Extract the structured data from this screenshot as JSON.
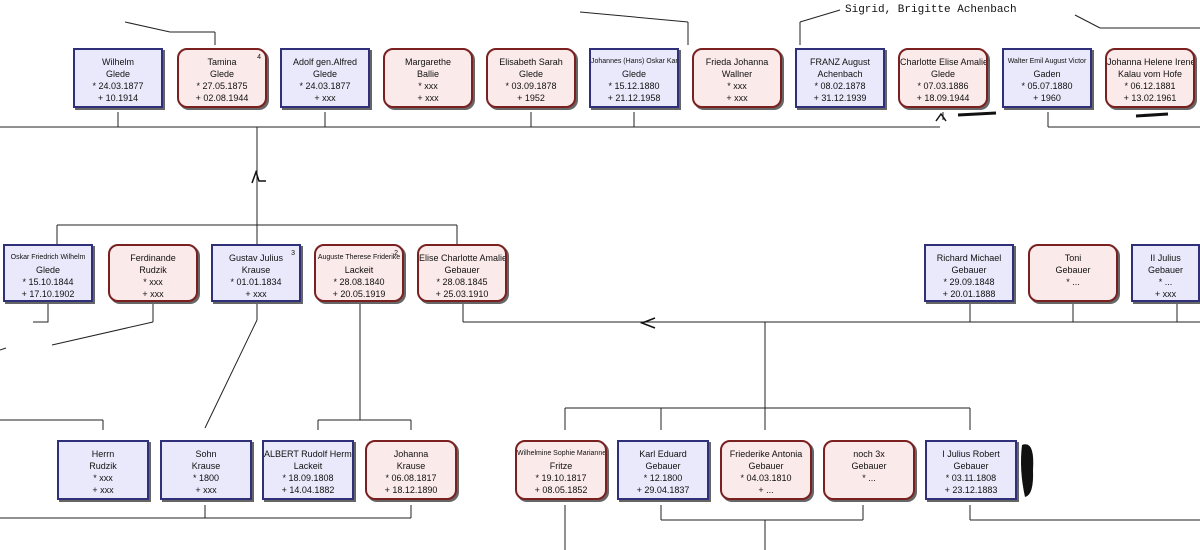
{
  "top_note": "Sigrid, Brigitte Achenbach",
  "row1": [
    {
      "key": "wilhelm",
      "l1": "Wilhelm",
      "l2": "Glede",
      "b": "* 24.03.1877",
      "d": "+ 10.1914"
    },
    {
      "key": "tamina",
      "l1": "Tamina",
      "l2": "Glede",
      "b": "* 27.05.1875",
      "d": "+ 02.08.1944",
      "idx": "4"
    },
    {
      "key": "adolf",
      "l1": "Adolf gen.Alfred",
      "l2": "Glede",
      "b": "* 24.03.1877",
      "d": "+ xxx"
    },
    {
      "key": "margarethe",
      "l1": "Margarethe",
      "l2": "Ballie",
      "b": "* xxx",
      "d": "+ xxx"
    },
    {
      "key": "elisabeth",
      "l1": "Elisabeth Sarah",
      "l2": "Glede",
      "b": "* 03.09.1878",
      "d": "+ 1952"
    },
    {
      "key": "johannes",
      "l1": "Johannes (Hans) Oskar Karl",
      "l2": "Glede",
      "b": "* 15.12.1880",
      "d": "+ 21.12.1958"
    },
    {
      "key": "frieda",
      "l1": "Frieda Johanna",
      "l2": "Wallner",
      "b": "* xxx",
      "d": "+ xxx"
    },
    {
      "key": "franz",
      "l1": "FRANZ August",
      "l2": "Achenbach",
      "b": "* 08.02.1878",
      "d": "+ 31.12.1939"
    },
    {
      "key": "charlotte",
      "l1": "Charlotte Elise Amalie",
      "l2": "Glede",
      "b": "* 07.03.1886",
      "d": "+ 18.09.1944"
    },
    {
      "key": "walter",
      "l1": "Walter Emil August Victor",
      "l2": "Gaden",
      "b": "* 05.07.1880",
      "d": "+ 1960"
    },
    {
      "key": "johanna_h",
      "l1": "Johanna Helene Irene",
      "l2": "Kalau vom Hofe",
      "b": "* 06.12.1881",
      "d": "+ 13.02.1961"
    }
  ],
  "row2": [
    {
      "key": "oskar",
      "l1": "Oskar Friedrich   Wilhelm",
      "l2": "Glede",
      "b": "* 15.10.1844",
      "d": "+ 17.10.1902"
    },
    {
      "key": "ferdinande",
      "l1": "Ferdinande",
      "l2": "Rudzik",
      "b": "* xxx",
      "d": "+ xxx"
    },
    {
      "key": "gustav",
      "l1": "Gustav Julius",
      "l2": "Krause",
      "b": "* 01.01.1834",
      "d": "+ xxx",
      "idx": "3"
    },
    {
      "key": "auguste",
      "l1": "Auguste Therese Friderike",
      "l2": "Lackeit",
      "b": "* 28.08.1840",
      "d": "+ 20.05.1919",
      "idx": "2"
    },
    {
      "key": "elise",
      "l1": "Elise Charlotte Amalie",
      "l2": "Gebauer",
      "b": "* 28.08.1845",
      "d": "+ 25.03.1910"
    },
    {
      "key": "richard",
      "l1": "Richard Michael",
      "l2": "Gebauer",
      "b": "* 29.09.1848",
      "d": "+ 20.01.1888"
    },
    {
      "key": "toni",
      "l1": "Toni",
      "l2": "Gebauer",
      "b": "* ...",
      "d": ""
    },
    {
      "key": "julius2",
      "l1": "II Julius",
      "l2": "Gebauer",
      "b": "* ...",
      "d": "+ xxx"
    }
  ],
  "row3": [
    {
      "key": "herrn",
      "l1": "Herrn",
      "l2": "Rudzik",
      "b": "* xxx",
      "d": "+ xxx"
    },
    {
      "key": "sohn",
      "l1": "Sohn",
      "l2": "Krause",
      "b": "* 1800",
      "d": "+ xxx"
    },
    {
      "key": "albert",
      "l1": "ALBERT Rudolf Hermann",
      "l2": "Lackeit",
      "b": "* 18.09.1808",
      "d": "+ 14.04.1882"
    },
    {
      "key": "johanna_k",
      "l1": "Johanna",
      "l2": "Krause",
      "b": "* 06.08.1817",
      "d": "+ 18.12.1890"
    },
    {
      "key": "wilhelmine",
      "l1": "Wilhelmine  Sophie  Marianne",
      "l2": "Fritze",
      "b": "* 19.10.1817",
      "d": "+ 08.05.1852"
    },
    {
      "key": "karl",
      "l1": "Karl Eduard",
      "l2": "Gebauer",
      "b": "* 12.1800",
      "d": "+ 29.04.1837"
    },
    {
      "key": "friederike",
      "l1": "Friederike Antonia",
      "l2": "Gebauer",
      "b": "* 04.03.1810",
      "d": "+ ..."
    },
    {
      "key": "noch",
      "l1": "noch 3x",
      "l2": "Gebauer",
      "b": "* ...",
      "d": ""
    },
    {
      "key": "julius1",
      "l1": "I Julius Robert",
      "l2": "Gebauer",
      "b": "* 03.11.1808",
      "d": "+ 23.12.1883"
    }
  ]
}
